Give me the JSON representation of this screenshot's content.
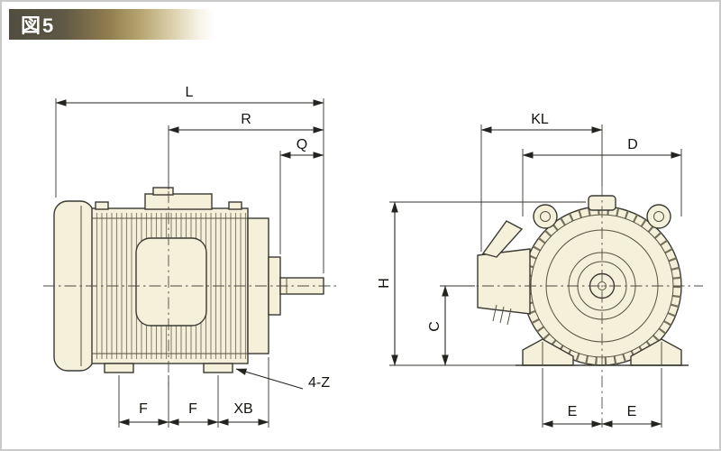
{
  "figure": {
    "label": "図5"
  },
  "side_view": {
    "dim_L": "L",
    "dim_R": "R",
    "dim_Q": "Q",
    "dim_F1": "F",
    "dim_F2": "F",
    "dim_XB": "XB",
    "dim_Z": "4-Z"
  },
  "front_view": {
    "dim_KL": "KL",
    "dim_D": "D",
    "dim_H": "H",
    "dim_C": "C",
    "dim_E1": "E",
    "dim_E2": "E"
  },
  "colors": {
    "motor_fill": "#f5f0da",
    "line_color": "#3a3a33",
    "banner_dark": "#514e40",
    "banner_gold": "#8f7c4e"
  }
}
